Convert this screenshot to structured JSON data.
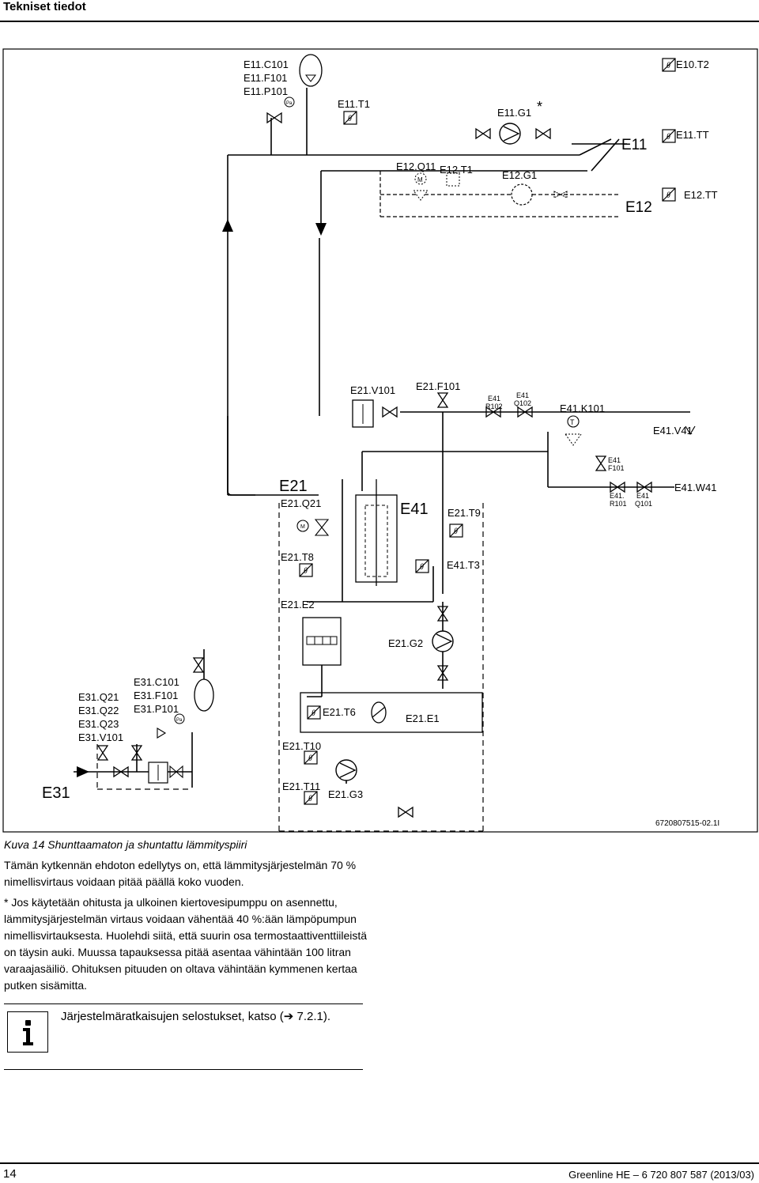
{
  "header": {
    "title": "Tekniset tiedot"
  },
  "diagram": {
    "labels": {
      "e11_c101": "E11.C101",
      "e11_f101": "E11.F101",
      "e11_p101": "E11.P101",
      "e11_t1": "E11.T1",
      "e11_g1": "E11.G1",
      "star": "*",
      "e10_t2": "E10.T2",
      "e11_tt": "E11.TT",
      "e11": "E11",
      "e12_q11": "E12.Q11",
      "e12_t1": "E12.T1",
      "e12_g1": "E12.G1",
      "e12": "E12",
      "e12_tt": "E12.TT",
      "e21_v101": "E21.V101",
      "e21_f101": "E21.F101",
      "e41_a": "E41",
      "r102": "R102",
      "e41_b": "E41",
      "q102": "Q102",
      "e41_k101": "E41.K101",
      "e41_v41": "E41.V41",
      "e41_c": "E41",
      "f101": "F101",
      "e41_w41": "E41.W41",
      "e41_d": "E41.",
      "r101": "R101",
      "e41_e": "E41",
      "q101": "Q101",
      "e21": "E21",
      "e21_q21": "E21.Q21",
      "e41_big": "E41",
      "e21_t9": "E21.T9",
      "e21_t8": "E21.T8",
      "e41_t3": "E41.T3",
      "e21_e2": "E21.E2",
      "e21_g2": "E21.G2",
      "e31_q21": "E31.Q21",
      "e31_q22": "E31.Q22",
      "e31_q23": "E31.Q23",
      "e31_v101": "E31.V101",
      "e31_c101": "E31.C101",
      "e31_f101": "E31.F101",
      "e31_p101": "E31.P101",
      "e21_t6": "E21.T6",
      "e21_e1": "E21.E1",
      "e21_t10": "E21.T10",
      "e31": "E31",
      "e21_t11": "E21.T11",
      "e21_g3": "E21.G3",
      "ref": "6720807515-02.1I",
      "pa": "Pa",
      "m": "M",
      "t": "T",
      "theta": "θ"
    }
  },
  "caption": "Kuva 14 Shunttaamaton ja shuntattu lämmityspiiri",
  "paragraphs": [
    "Tämän kytkennän ehdoton edellytys on, että lämmitysjärjestelmän 70 % nimellisvirtaus voidaan pitää päällä koko vuoden.",
    "* Jos käytetään ohitusta ja ulkoinen kiertovesipumppu on asennettu, lämmitysjärjestelmän virtaus voidaan vähentää 40 %:ään lämpöpumpun nimellisvirtauksesta. Huolehdi siitä, että suurin osa termostaattiventtiileistä on täysin auki. Muussa tapauksessa pitää asentaa vähintään 100 litran varaajasäiliö. Ohituksen pituuden on oltava vähintään kymmenen kertaa putken sisämitta."
  ],
  "info": {
    "text": "Järjestelmäratkaisujen selostukset, katso (➔ 7.2.1)."
  },
  "footer": {
    "page": "14",
    "doc": "Greenline HE – 6 720 807 587 (2013/03)"
  }
}
